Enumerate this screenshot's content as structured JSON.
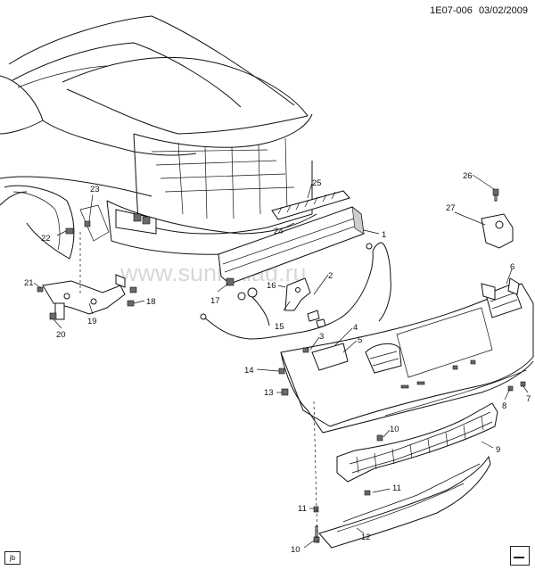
{
  "header": {
    "illustration_code": "1E07-006",
    "date": "03/02/2009"
  },
  "watermark": "www.sunisklad.ru",
  "footer": {
    "badge": "jb"
  },
  "callouts": {
    "c1": "1",
    "c2": "2",
    "c3": "3",
    "c4": "4",
    "c5": "5",
    "c6": "6",
    "c7": "7",
    "c8": "8",
    "c9": "9",
    "c10a": "10",
    "c10b": "10",
    "c11a": "11",
    "c11b": "11",
    "c12": "12",
    "c13": "13",
    "c14": "14",
    "c15": "15",
    "c16": "16",
    "c17": "17",
    "c18": "18",
    "c19": "19",
    "c20": "20",
    "c21": "21",
    "c22": "22",
    "c23": "23",
    "c24": "24",
    "c25": "25",
    "c26": "26",
    "c27": "27"
  }
}
